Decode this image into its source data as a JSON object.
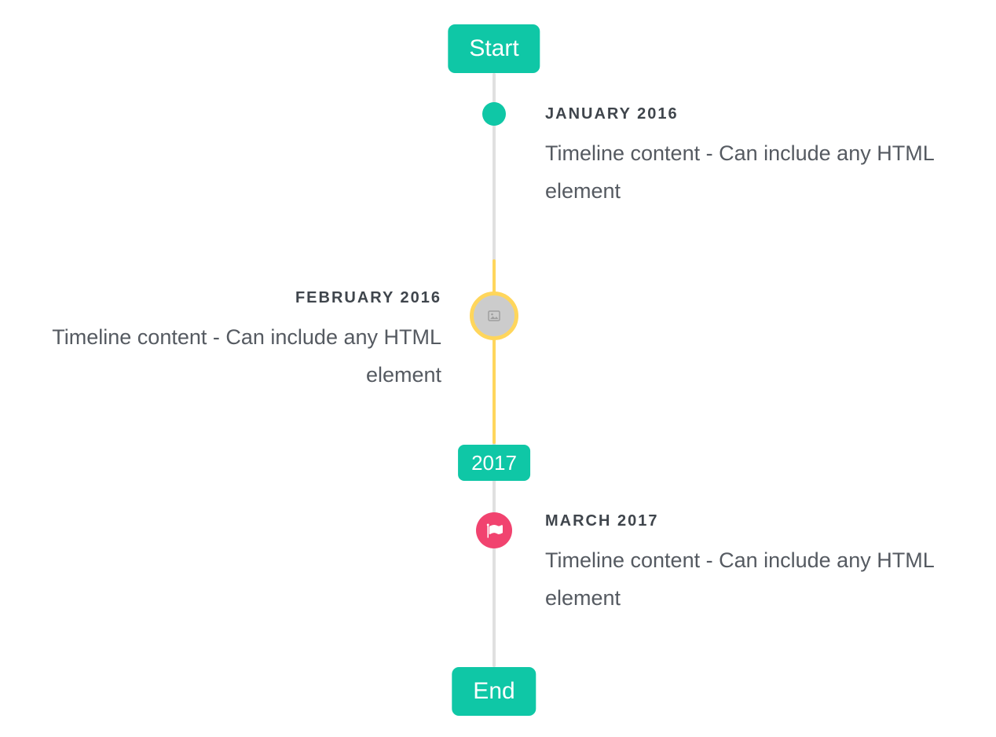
{
  "colors": {
    "accent_teal": "#0fc7a6",
    "accent_yellow": "#ffd65c",
    "accent_pink": "#f1436f",
    "line_gray": "#e0e0e0",
    "placeholder_gray": "#cccccc",
    "title_text": "#3f454c",
    "content_text": "#555a61",
    "badge_text": "#ffffff"
  },
  "timeline": {
    "start_badge": "Start",
    "year_badge": "2017",
    "end_badge": "End",
    "items": [
      {
        "title": "JANUARY 2016",
        "content": "Timeline content - Can include any HTML element",
        "side": "right",
        "marker": "teal-dot"
      },
      {
        "title": "FEBRUARY 2016",
        "content": "Timeline content - Can include any HTML element",
        "side": "left",
        "marker": "image-placeholder"
      },
      {
        "title": "MARCH 2017",
        "content": "Timeline content - Can include any HTML element",
        "side": "right",
        "marker": "flag"
      }
    ]
  }
}
